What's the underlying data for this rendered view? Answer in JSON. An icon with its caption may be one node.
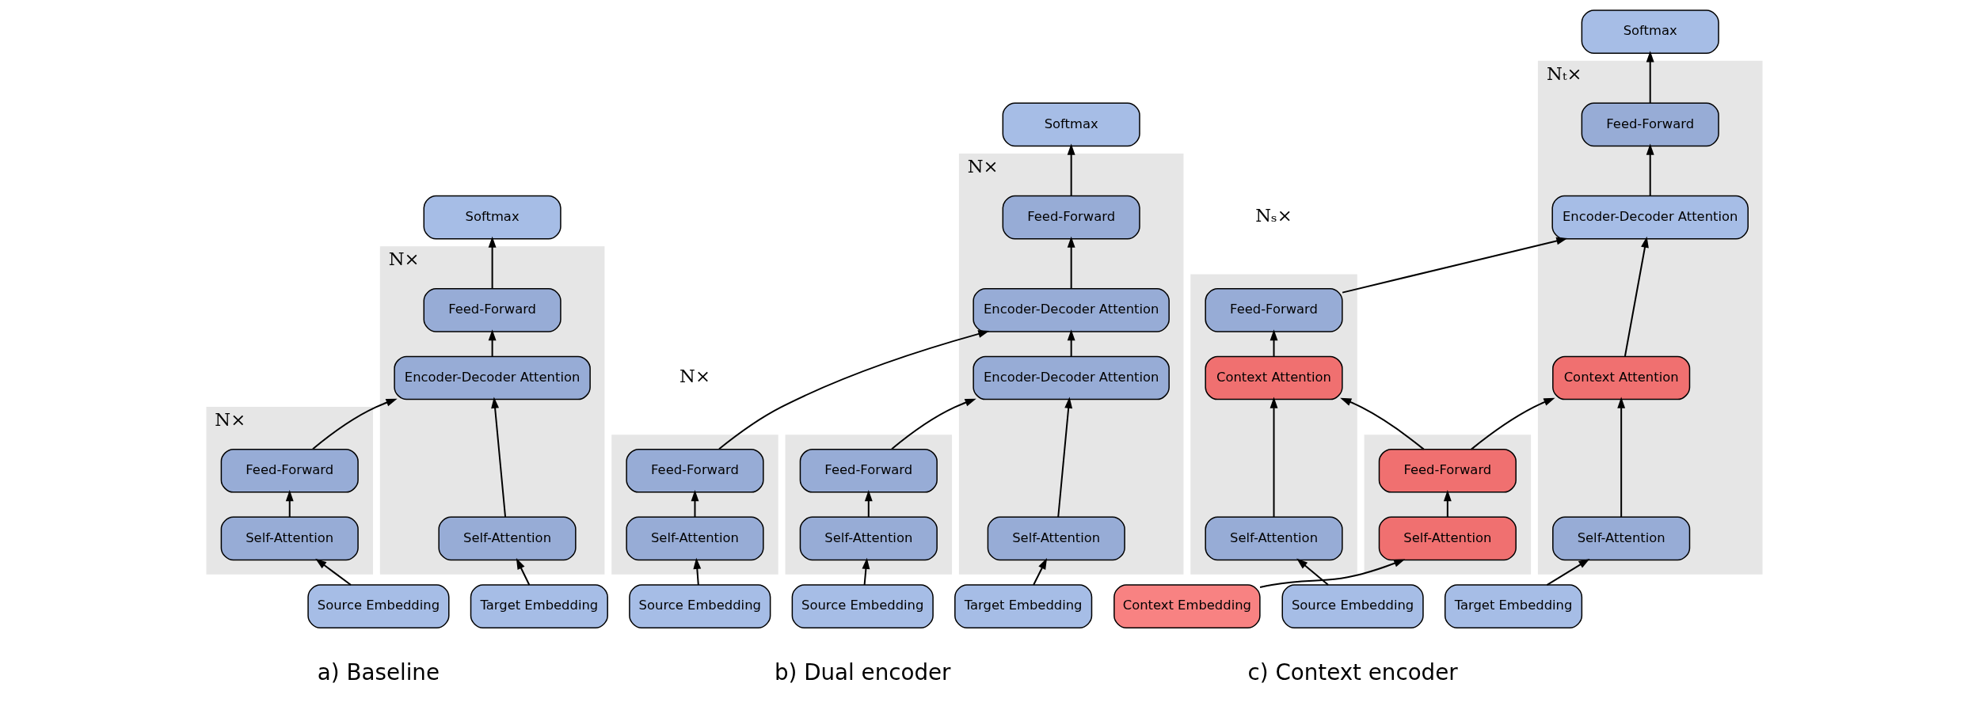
{
  "diagram": {
    "nodes": [
      {
        "text": [
          "N×"
        ]
      },
      {
        "text": [
          "Feed-Forward"
        ],
        "in": 0
      },
      {
        "text": [
          "Self-Attention"
        ],
        "in": 0
      },
      {
        "text": [
          "Source Embedding"
        ]
      },
      {
        "text": [
          "N×"
        ]
      },
      {
        "text": [
          "Feed-Forward"
        ],
        "in": 4
      },
      {
        "text": [
          "Encoder-Decoder Attention"
        ],
        "in": 4
      },
      {
        "text": [
          "Self-Attention"
        ],
        "in": 4
      },
      {
        "text": [
          "Target Embedding"
        ]
      },
      {
        "text": [
          "Softmax"
        ]
      },
      {
        "text": [],
        "shape": "box"
      },
      {
        "text": [
          "Feed-Forward"
        ],
        "in": 10
      },
      {
        "text": [
          "Self-Attention"
        ],
        "in": 10
      },
      {
        "text": [
          "Source Embedding"
        ]
      },
      {
        "text": [],
        "shape": "box"
      },
      {
        "text": [
          "Feed-Forward"
        ],
        "in": 14
      },
      {
        "text": [
          "Self-Attention"
        ],
        "in": 14
      },
      {
        "text": [
          "Source Embedding"
        ]
      },
      {
        "text": [
          "N×"
        ]
      },
      {
        "text": [
          "Feed-Forward"
        ],
        "in": 18
      },
      {
        "text": [
          "Encoder-Decoder Attention"
        ],
        "in": 18
      },
      {
        "text": [
          "Encoder-Decoder Attention"
        ],
        "in": 18
      },
      {
        "text": [
          "Self-Attention"
        ],
        "in": 18
      },
      {
        "text": [
          "Target Embedding"
        ]
      },
      {
        "text": [
          "Softmax"
        ]
      },
      {
        "text": [],
        "shape": "box"
      },
      {
        "text": [
          "Feed-Forward"
        ],
        "in": 25
      },
      {
        "text": [
          "Self-Attention"
        ],
        "in": 25
      },
      {
        "text": [
          "Context Embedding"
        ]
      },
      {
        "text": [],
        "shape": "box"
      },
      {
        "text": [
          "Feed-Forward"
        ],
        "in": 29
      },
      {
        "text": [
          "Context Attention"
        ],
        "in": 29
      },
      {
        "text": [
          "Self-Attention"
        ],
        "in": 29
      },
      {
        "text": [
          "Source Embedding"
        ]
      },
      {
        "text": [
          "Nₜ×"
        ]
      },
      {
        "text": [
          "Feed-Forward"
        ],
        "in": 34
      },
      {
        "text": [
          "Encoder-Decoder Attention"
        ],
        "in": 34
      },
      {
        "text": [
          "Context Attention"
        ],
        "in": 34
      },
      {
        "text": [
          "Self-Attention"
        ],
        "in": 34
      },
      {
        "text": [
          "Target Embedding"
        ]
      },
      {
        "text": [
          "Softmax"
        ]
      }
    ],
    "edges": [
      {
        "from": 3,
        "to": 2,
        "arrow": "to"
      },
      {
        "from": 2,
        "to": 1,
        "arrow": "to"
      },
      {
        "from": 1,
        "to": 6,
        "arrow": "to"
      },
      {
        "from": 8,
        "to": 7,
        "arrow": "to"
      },
      {
        "from": 7,
        "to": 6,
        "arrow": "to"
      },
      {
        "from": 6,
        "to": 5,
        "arrow": "to"
      },
      {
        "from": 5,
        "to": 9,
        "arrow": "to"
      },
      {
        "from": 13,
        "to": 12,
        "arrow": "to"
      },
      {
        "from": 12,
        "to": 11,
        "arrow": "to"
      },
      {
        "from": 11,
        "to": 20,
        "arrow": "to"
      },
      {
        "from": 17,
        "to": 16,
        "arrow": "to"
      },
      {
        "from": 16,
        "to": 15,
        "arrow": "to"
      },
      {
        "from": 15,
        "to": 21,
        "arrow": "to"
      },
      {
        "from": 23,
        "to": 22,
        "arrow": "to"
      },
      {
        "from": 22,
        "to": 21,
        "arrow": "to"
      },
      {
        "from": 21,
        "to": 20,
        "arrow": "to"
      },
      {
        "from": 20,
        "to": 19,
        "arrow": "to"
      },
      {
        "from": 19,
        "to": 24,
        "arrow": "to"
      },
      {
        "from": 28,
        "to": 27,
        "arrow": "to"
      },
      {
        "from": 27,
        "to": 26,
        "arrow": "to"
      },
      {
        "from": 26,
        "to": 31,
        "arrow": "to"
      },
      {
        "from": 26,
        "to": 37,
        "arrow": "to"
      },
      {
        "from": 30,
        "to": 36,
        "arrow": "to"
      },
      {
        "from": 33,
        "to": 32,
        "arrow": "to"
      },
      {
        "from": 32,
        "to": 31,
        "arrow": "to"
      },
      {
        "from": 31,
        "to": 30,
        "arrow": "to"
      },
      {
        "from": 39,
        "to": 38,
        "arrow": "to"
      },
      {
        "from": 38,
        "to": 37,
        "arrow": "to"
      },
      {
        "from": 37,
        "to": 36,
        "arrow": "to"
      },
      {
        "from": 36,
        "to": 35,
        "arrow": "to"
      },
      {
        "from": 35,
        "to": 40,
        "arrow": "to"
      }
    ],
    "labels": [
      "Nₛ×",
      "N×",
      "a) Baseline",
      "b) Dual encoder",
      "c) Context encoder"
    ]
  }
}
